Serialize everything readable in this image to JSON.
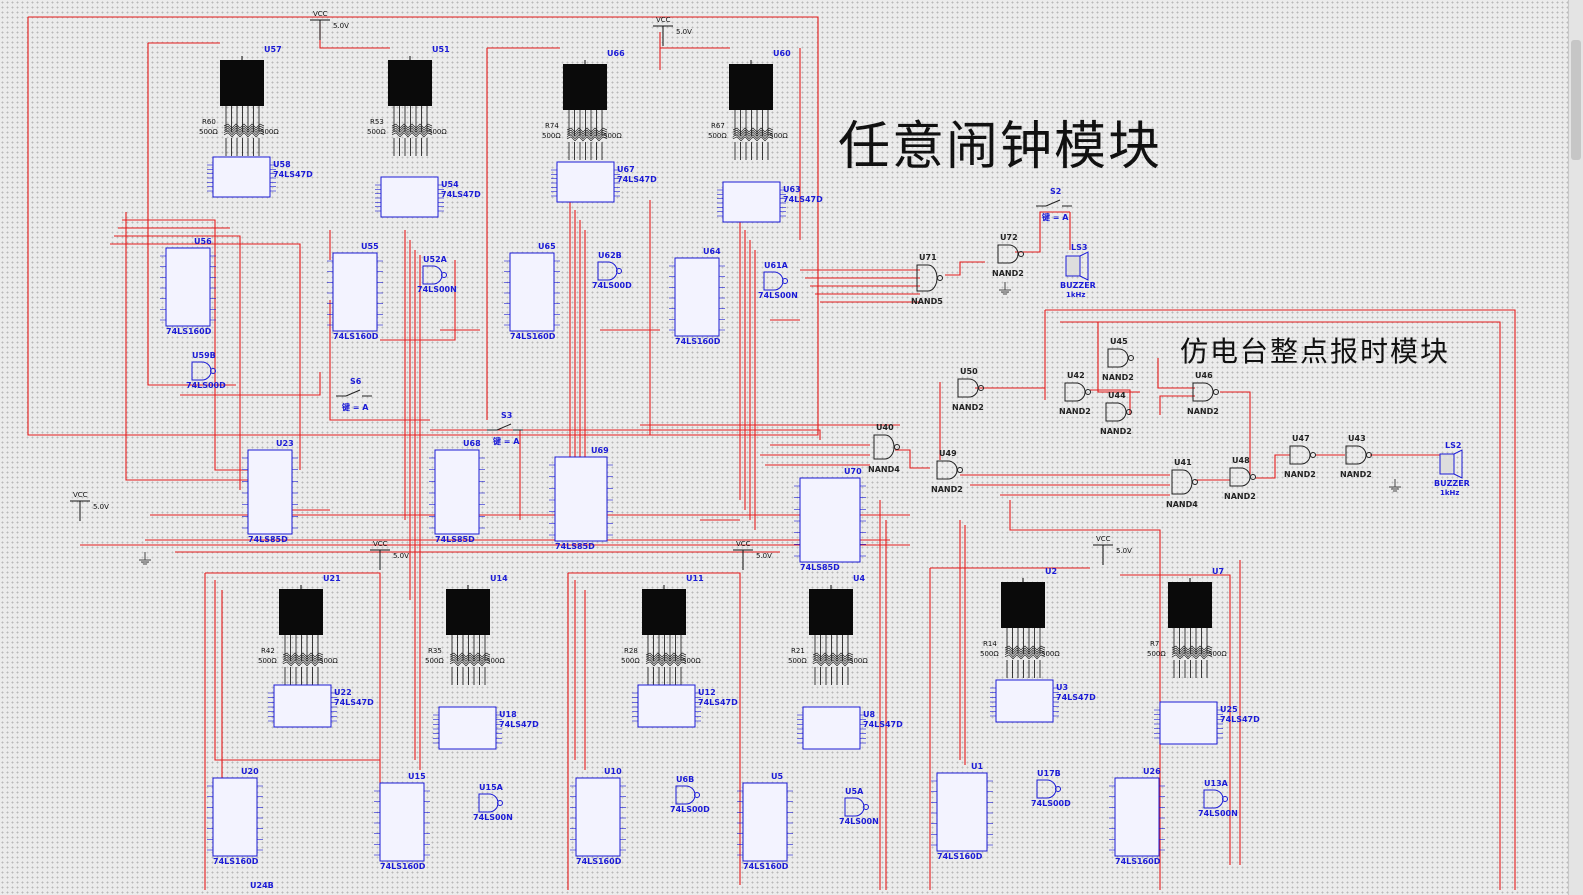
{
  "modules": {
    "alarm_title": "任意闹钟模块",
    "hourly_title": "仿电台整点报时模块"
  },
  "power": {
    "label": "VCC",
    "voltage": "5.0V"
  },
  "resistor_value": "500Ω",
  "key_label": "键 = A",
  "colors": {
    "wire": "#e41b1b",
    "part": "#1b1bd6",
    "display": "#0a0a0a",
    "ground": "#444444"
  },
  "displays": [
    {
      "name": "U57"
    },
    {
      "name": "U51"
    },
    {
      "name": "U66"
    },
    {
      "name": "U60"
    },
    {
      "name": "U21"
    },
    {
      "name": "U14"
    },
    {
      "name": "U11"
    },
    {
      "name": "U4"
    },
    {
      "name": "U2"
    },
    {
      "name": "U7"
    }
  ],
  "resistors": [
    {
      "name": "R60"
    },
    {
      "name": "R53"
    },
    {
      "name": "R74"
    },
    {
      "name": "R67"
    },
    {
      "name": "R42"
    },
    {
      "name": "R35"
    },
    {
      "name": "R28"
    },
    {
      "name": "R21"
    },
    {
      "name": "R14"
    },
    {
      "name": "R7"
    }
  ],
  "chips": [
    {
      "name": "U58",
      "part": "74LS47D"
    },
    {
      "name": "U54",
      "part": "74LS47D"
    },
    {
      "name": "U67",
      "part": "74LS47D"
    },
    {
      "name": "U63",
      "part": "74LS47D"
    },
    {
      "name": "U56",
      "part": "74LS160D"
    },
    {
      "name": "U55",
      "part": "74LS160D"
    },
    {
      "name": "U65",
      "part": "74LS160D"
    },
    {
      "name": "U64",
      "part": "74LS160D"
    },
    {
      "name": "U23",
      "part": "74LS85D"
    },
    {
      "name": "U68",
      "part": "74LS85D"
    },
    {
      "name": "U69",
      "part": "74LS85D"
    },
    {
      "name": "U70",
      "part": "74LS85D"
    },
    {
      "name": "U22",
      "part": "74LS47D"
    },
    {
      "name": "U18",
      "part": "74LS47D"
    },
    {
      "name": "U12",
      "part": "74LS47D"
    },
    {
      "name": "U8",
      "part": "74LS47D"
    },
    {
      "name": "U3",
      "part": "74LS47D"
    },
    {
      "name": "U25",
      "part": "74LS47D"
    },
    {
      "name": "U20",
      "part": "74LS160D"
    },
    {
      "name": "U15",
      "part": "74LS160D"
    },
    {
      "name": "U10",
      "part": "74LS160D"
    },
    {
      "name": "U5",
      "part": "74LS160D"
    },
    {
      "name": "U1",
      "part": "74LS160D"
    },
    {
      "name": "U26",
      "part": "74LS160D"
    }
  ],
  "small_gates": [
    {
      "name": "U52A",
      "part": "74LS00N"
    },
    {
      "name": "U62B",
      "part": "74LS00D"
    },
    {
      "name": "U61A",
      "part": "74LS00N"
    },
    {
      "name": "U59B",
      "part": "74LS00D"
    },
    {
      "name": "U15A",
      "part": "74LS00N"
    },
    {
      "name": "U6B",
      "part": "74LS00D"
    },
    {
      "name": "U5A",
      "part": "74LS00N"
    },
    {
      "name": "U17B",
      "part": "74LS00D"
    },
    {
      "name": "U13A",
      "part": "74LS00N"
    }
  ],
  "nand_gates": [
    {
      "name": "U71",
      "part": "NAND5"
    },
    {
      "name": "U72",
      "part": "NAND2"
    },
    {
      "name": "U40",
      "part": "NAND4"
    },
    {
      "name": "U49",
      "part": "NAND2"
    },
    {
      "name": "U41",
      "part": "NAND4"
    },
    {
      "name": "U48",
      "part": "NAND2"
    },
    {
      "name": "U47",
      "part": "NAND2"
    },
    {
      "name": "U43",
      "part": "NAND2"
    },
    {
      "name": "U50",
      "part": "NAND2"
    },
    {
      "name": "U42",
      "part": "NAND2"
    },
    {
      "name": "U44",
      "part": "NAND2"
    },
    {
      "name": "U45",
      "part": "NAND2"
    },
    {
      "name": "U46",
      "part": "NAND2"
    }
  ],
  "switches": [
    {
      "name": "S2"
    },
    {
      "name": "S3"
    },
    {
      "name": "S6"
    }
  ],
  "buzzers": [
    {
      "name": "LS3",
      "part": "BUZZER",
      "freq": "1kHz"
    },
    {
      "name": "LS2",
      "part": "BUZZER",
      "freq": "1kHz"
    }
  ],
  "partial_labels": {
    "bottom_left": "U24B"
  }
}
